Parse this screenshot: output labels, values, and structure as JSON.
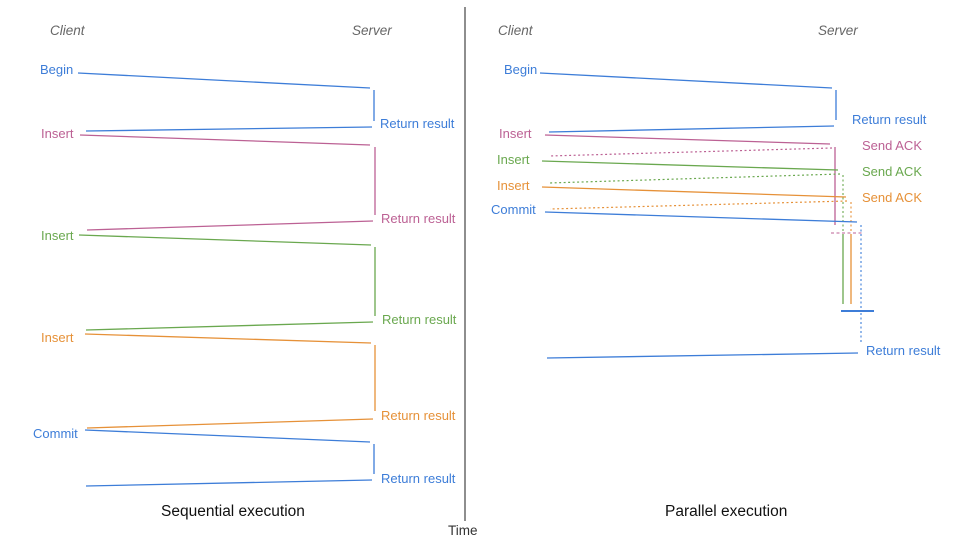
{
  "time_axis": {
    "label": "Time"
  },
  "colors": {
    "blue": "#3d7dd8",
    "pink": "#bc6194",
    "green": "#6aa84f",
    "orange": "#e69138",
    "header_gray": "#666666",
    "axis_gray": "#444444"
  },
  "panels": {
    "left": {
      "title": "Sequential execution",
      "client_header": "Client",
      "server_header": "Server",
      "ops": [
        {
          "label": "Begin",
          "color": "blue",
          "result": "Return result"
        },
        {
          "label": "Insert",
          "color": "pink",
          "result": "Return result"
        },
        {
          "label": "Insert",
          "color": "green",
          "result": "Return result"
        },
        {
          "label": "Insert",
          "color": "orange",
          "result": "Return result"
        },
        {
          "label": "Commit",
          "color": "blue",
          "result": "Return result"
        }
      ]
    },
    "right": {
      "title": "Parallel execution",
      "client_header": "Client",
      "server_header": "Server",
      "ops": [
        {
          "label": "Begin",
          "color": "blue",
          "result": "Return result"
        },
        {
          "label": "Insert",
          "color": "pink",
          "result": "Send ACK"
        },
        {
          "label": "Insert",
          "color": "green",
          "result": "Send ACK"
        },
        {
          "label": "Insert",
          "color": "orange",
          "result": "Send ACK"
        },
        {
          "label": "Commit",
          "color": "blue",
          "result": "Return result"
        }
      ],
      "final_result": "Return result"
    }
  }
}
